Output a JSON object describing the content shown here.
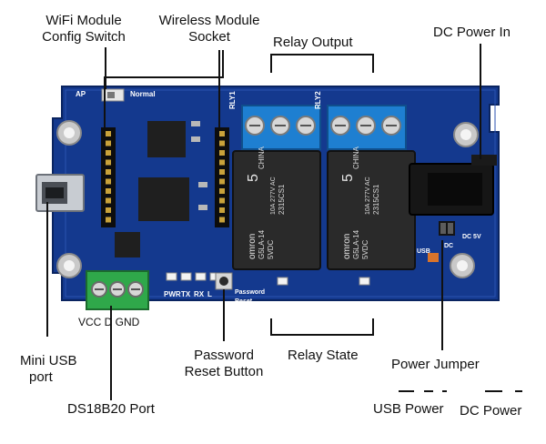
{
  "callouts": {
    "wifi_switch": [
      "WiFi Module",
      "Config Switch"
    ],
    "wireless_socket": [
      "Wireless Module",
      "Socket"
    ],
    "relay_output": "Relay Output",
    "dc_power_in": "DC Power In",
    "mini_usb": [
      "Mini USB",
      "port"
    ],
    "ds18b20": "DS18B20 Port",
    "password_reset": [
      "Password",
      "Reset Button"
    ],
    "relay_state": "Relay State",
    "power_jumper": "Power Jumper",
    "usb_power": "USB Power",
    "dc_power": "DC Power",
    "vcc_d_gnd": "VCC D GND"
  },
  "board_labels": {
    "ap": "AP",
    "normal": "Normal",
    "rly1": "RLY1",
    "rly2": "RLY2",
    "pwr": "PWR",
    "tx": "TX",
    "rx": "RX",
    "l": "L",
    "password": "Password",
    "reset": "Reset",
    "usb": "USB",
    "dc": "DC",
    "dc_5v": "DC 5V"
  },
  "relay_text": {
    "brand_top": "CHINA",
    "model_number": "5",
    "part": "2315CS1",
    "rating": "10A 277V AC",
    "brand": "omron",
    "type": "G5LA-14",
    "voltage": "5VDC"
  },
  "colors": {
    "board": "#14398e",
    "terminal_block": "#1e7fd1",
    "relay": "#2a2a2a",
    "green_terminal": "#2fa84a",
    "label": "#111111"
  }
}
